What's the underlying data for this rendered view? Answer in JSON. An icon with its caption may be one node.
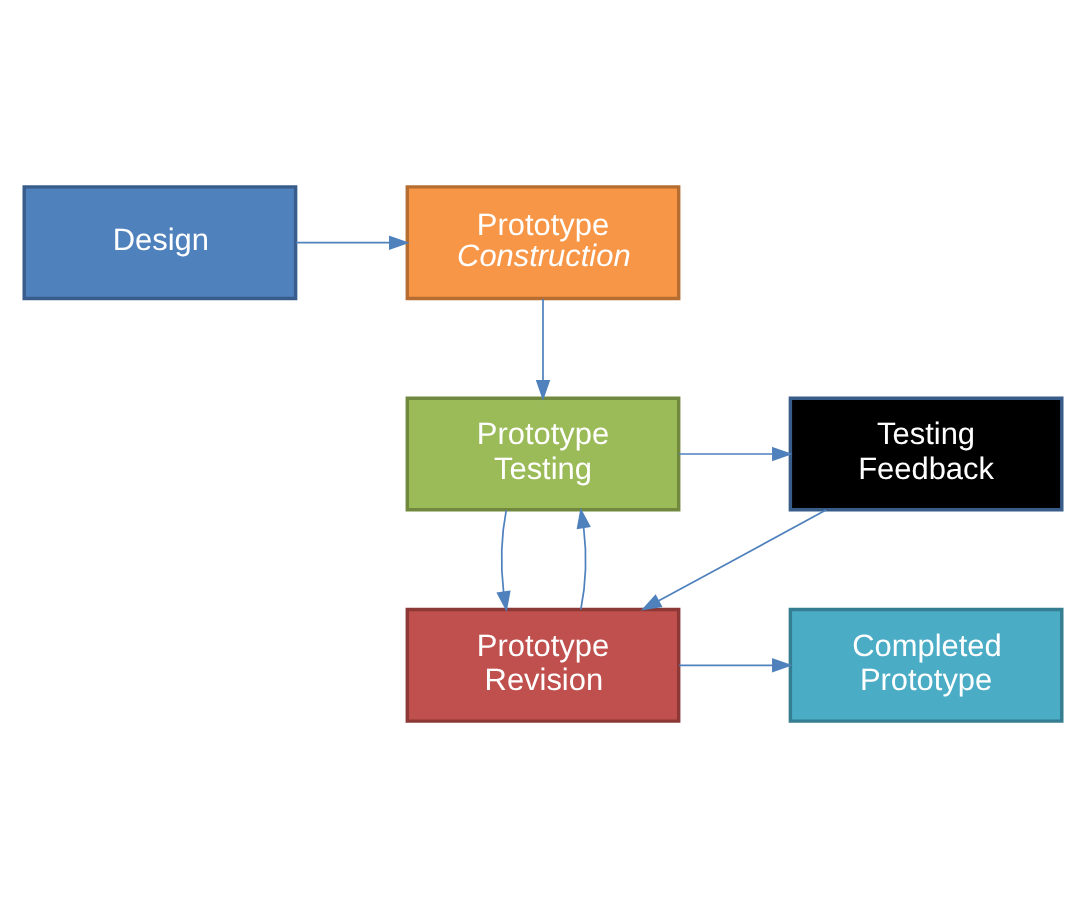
{
  "diagram": {
    "nodes": [
      {
        "text": [
          "Design"
        ]
      },
      {
        "text": [
          "Prototype *Construction*"
        ]
      },
      {
        "text": [
          "Prototype Testing"
        ]
      },
      {
        "text": [
          "Testing Feedback"
        ]
      },
      {
        "text": [
          "Prototype Revision"
        ]
      },
      {
        "text": [
          "Completed Prototype"
        ]
      }
    ],
    "edges": [
      {
        "from": 0,
        "to": 1,
        "arrow": "to"
      },
      {
        "from": 1,
        "to": 2,
        "arrow": "to"
      },
      {
        "from": 2,
        "to": 3,
        "arrow": "to"
      },
      {
        "from": 3,
        "to": 4,
        "arrow": "to"
      },
      {
        "from": 2,
        "to": 4,
        "arrow": "to"
      },
      {
        "from": 4,
        "to": 2,
        "arrow": "to"
      },
      {
        "from": 4,
        "to": 5,
        "arrow": "to"
      }
    ]
  }
}
